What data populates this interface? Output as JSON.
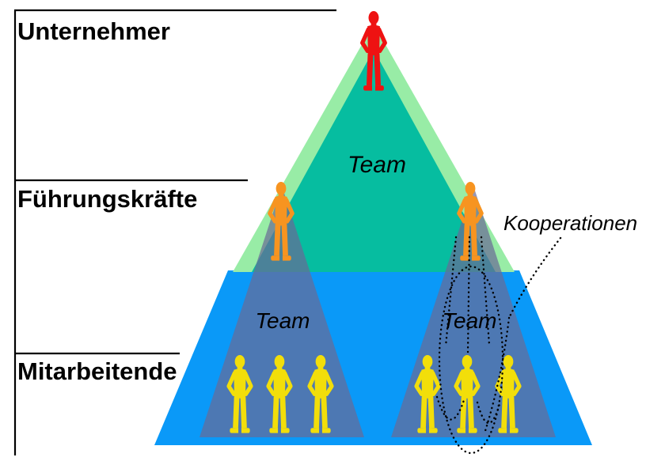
{
  "hierarchy": {
    "top_label": "Unternehmer",
    "middle_label": "Führungskräfte",
    "bottom_label": "Mitarbeitende"
  },
  "teams": {
    "executive_team_label": "Team",
    "left_team_label": "Team",
    "right_team_label": "Team"
  },
  "annotation": {
    "cooperation_label": "Kooperationen"
  },
  "figures": {
    "entrepreneurs": 1,
    "leaders": 2,
    "employees_per_team": 3,
    "employee_teams": 2
  },
  "colors": {
    "red": "#ee1212",
    "orange": "#f79420",
    "yellow": "#f2de0a",
    "green_light": "#98eca6",
    "teal": "#06bda0",
    "blue": "#0a99f8",
    "navy_overlay": "rgba(106,106,150,0.70)",
    "black": "#000000"
  }
}
